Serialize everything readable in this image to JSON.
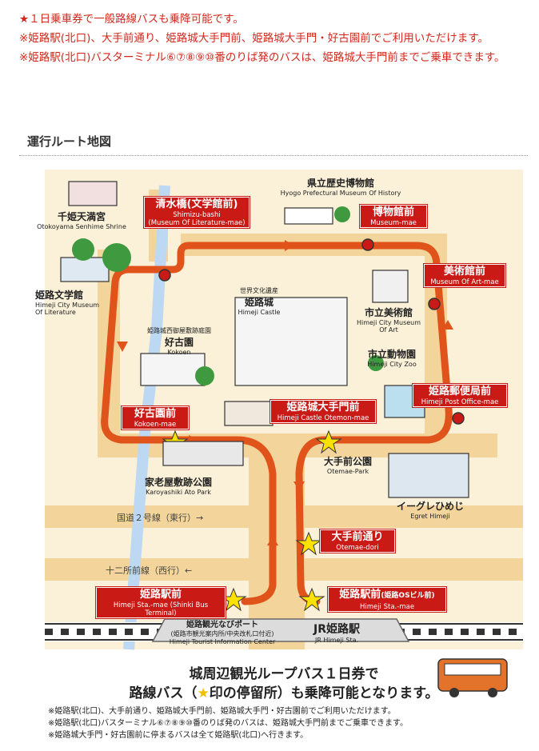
{
  "notes": [
    "★１日乗車券で一般路線バスも乗降可能です。",
    "※姫路駅(北口)、大手前通り、姫路城大手門前、姫路城大手門・好古園前でご利用いただけます。",
    "※姫路駅(北口)バスターミナル⑥⑦⑧⑨⑩番のりば発のバスは、姫路城大手門前までご乗車できます。"
  ],
  "section_title": "運行ルート地図",
  "stops": {
    "shimizu": {
      "ja": "清水橋(文学館前)",
      "en": "Shimizu-bashi\n(Museum Of Literature-mae)"
    },
    "museum": {
      "ja": "博物館前",
      "en": "Museum-mae"
    },
    "artmuseum": {
      "ja": "美術館前",
      "en": "Museum Of Art-mae"
    },
    "postoffice": {
      "ja": "姫路郵便局前",
      "en": "Himeji Post Office-mae"
    },
    "otemon": {
      "ja": "姫路城大手門前",
      "en": "Himeji Castle Otemon-mae"
    },
    "kokoen": {
      "ja": "好古園前",
      "en": "Kokoen-mae"
    },
    "otemaedori": {
      "ja": "大手前通り",
      "en": "Otemae-dori"
    },
    "station_w": {
      "ja": "姫路駅前",
      "en": "Himeji Sta.-mae (Shinki Bus Terminal)"
    },
    "station_e": {
      "ja": "姫路駅前",
      "ja_sub": "(姫路OSビル前)",
      "en": "Himeji Sta.-mae"
    }
  },
  "places": {
    "shrine": {
      "ja": "千姫天満宮",
      "en": "Otokoyama Senhime Shrine"
    },
    "hist_museum": {
      "ja": "県立歴史博物館",
      "en": "Hyogo Prefectural Museum Of History"
    },
    "literature": {
      "ja": "姫路文学館",
      "en": "Himeji City Museum\nOf Literature"
    },
    "castle_heritage": "世界文化遺産",
    "castle": {
      "ja": "姫路城",
      "en": "Himeji Castle"
    },
    "art_museum": {
      "ja": "市立美術館",
      "en": "Himeji City Museum\nOf Art"
    },
    "kokoen_sub": "姫路城西御屋敷跡庭園",
    "kokoen": {
      "ja": "好古園",
      "en": "Kokoen"
    },
    "zoo": {
      "ja": "市立動物園",
      "en": "Himeji City Zoo"
    },
    "otemae_park": {
      "ja": "大手前公園",
      "en": "Otemae-Park"
    },
    "karoyashiki": {
      "ja": "家老屋敷跡公園",
      "en": "Karoyashiki Ato Park"
    },
    "egret": {
      "ja": "イーグレひめじ",
      "en": "Egret Himeji"
    },
    "tourist_info": {
      "ja": "姫路観光なびポート",
      "sub": "(姫路市観光案内所/中央改札口付近)",
      "en": "Himeji Tourist Information Center"
    },
    "jr_station": {
      "ja": "JR姫路駅",
      "en": "JR Himeji Sta."
    }
  },
  "roads": {
    "route2": "国道２号線（東行）→",
    "jyunisho": "十二所前線（西行）←"
  },
  "footer": {
    "line1": "城周辺観光ループバス１日券で",
    "line2a": "路線バス（",
    "line2b": "印の停留所）も乗降可能となります。",
    "notes": [
      "※姫路駅(北口)、大手前通り、姫路城大手門前、姫路城大手門・好古園前でご利用いただけます。",
      "※姫路駅(北口)バスターミナル⑥⑦⑧⑨⑩番のりば発のバスは、姫路城大手門前までご乗車できます。",
      "※姫路城大手門・好古園前に停まるバスは全て姫路駅(北口)へ行きます。"
    ]
  },
  "colors": {
    "route": "#e0531a",
    "label": "#c91a16",
    "road": "#f3d59b",
    "river": "#bcd8f2",
    "star": "#ffe100"
  }
}
